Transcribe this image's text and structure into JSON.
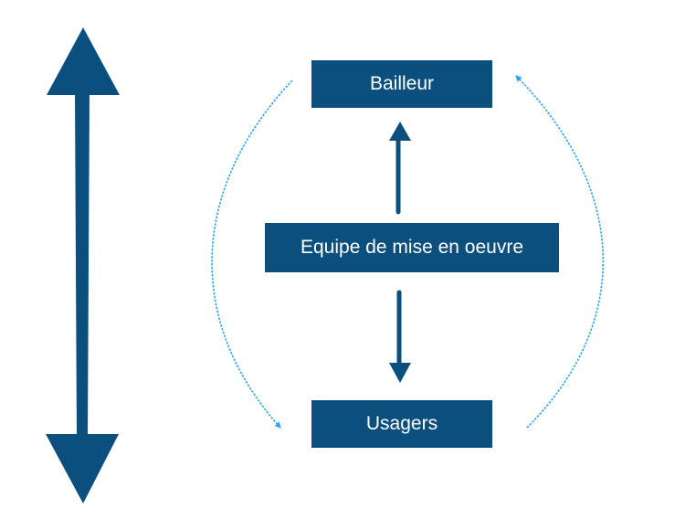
{
  "colors": {
    "box_fill": "#0b4f7f",
    "box_text": "#ffffff",
    "main_arrow": "#0b4f7f",
    "side_arrow": "#2ea3f2"
  },
  "nodes": {
    "bailleur": "Bailleur",
    "equipe": "Equipe de mise en oeuvre",
    "usagers": "Usagers"
  }
}
